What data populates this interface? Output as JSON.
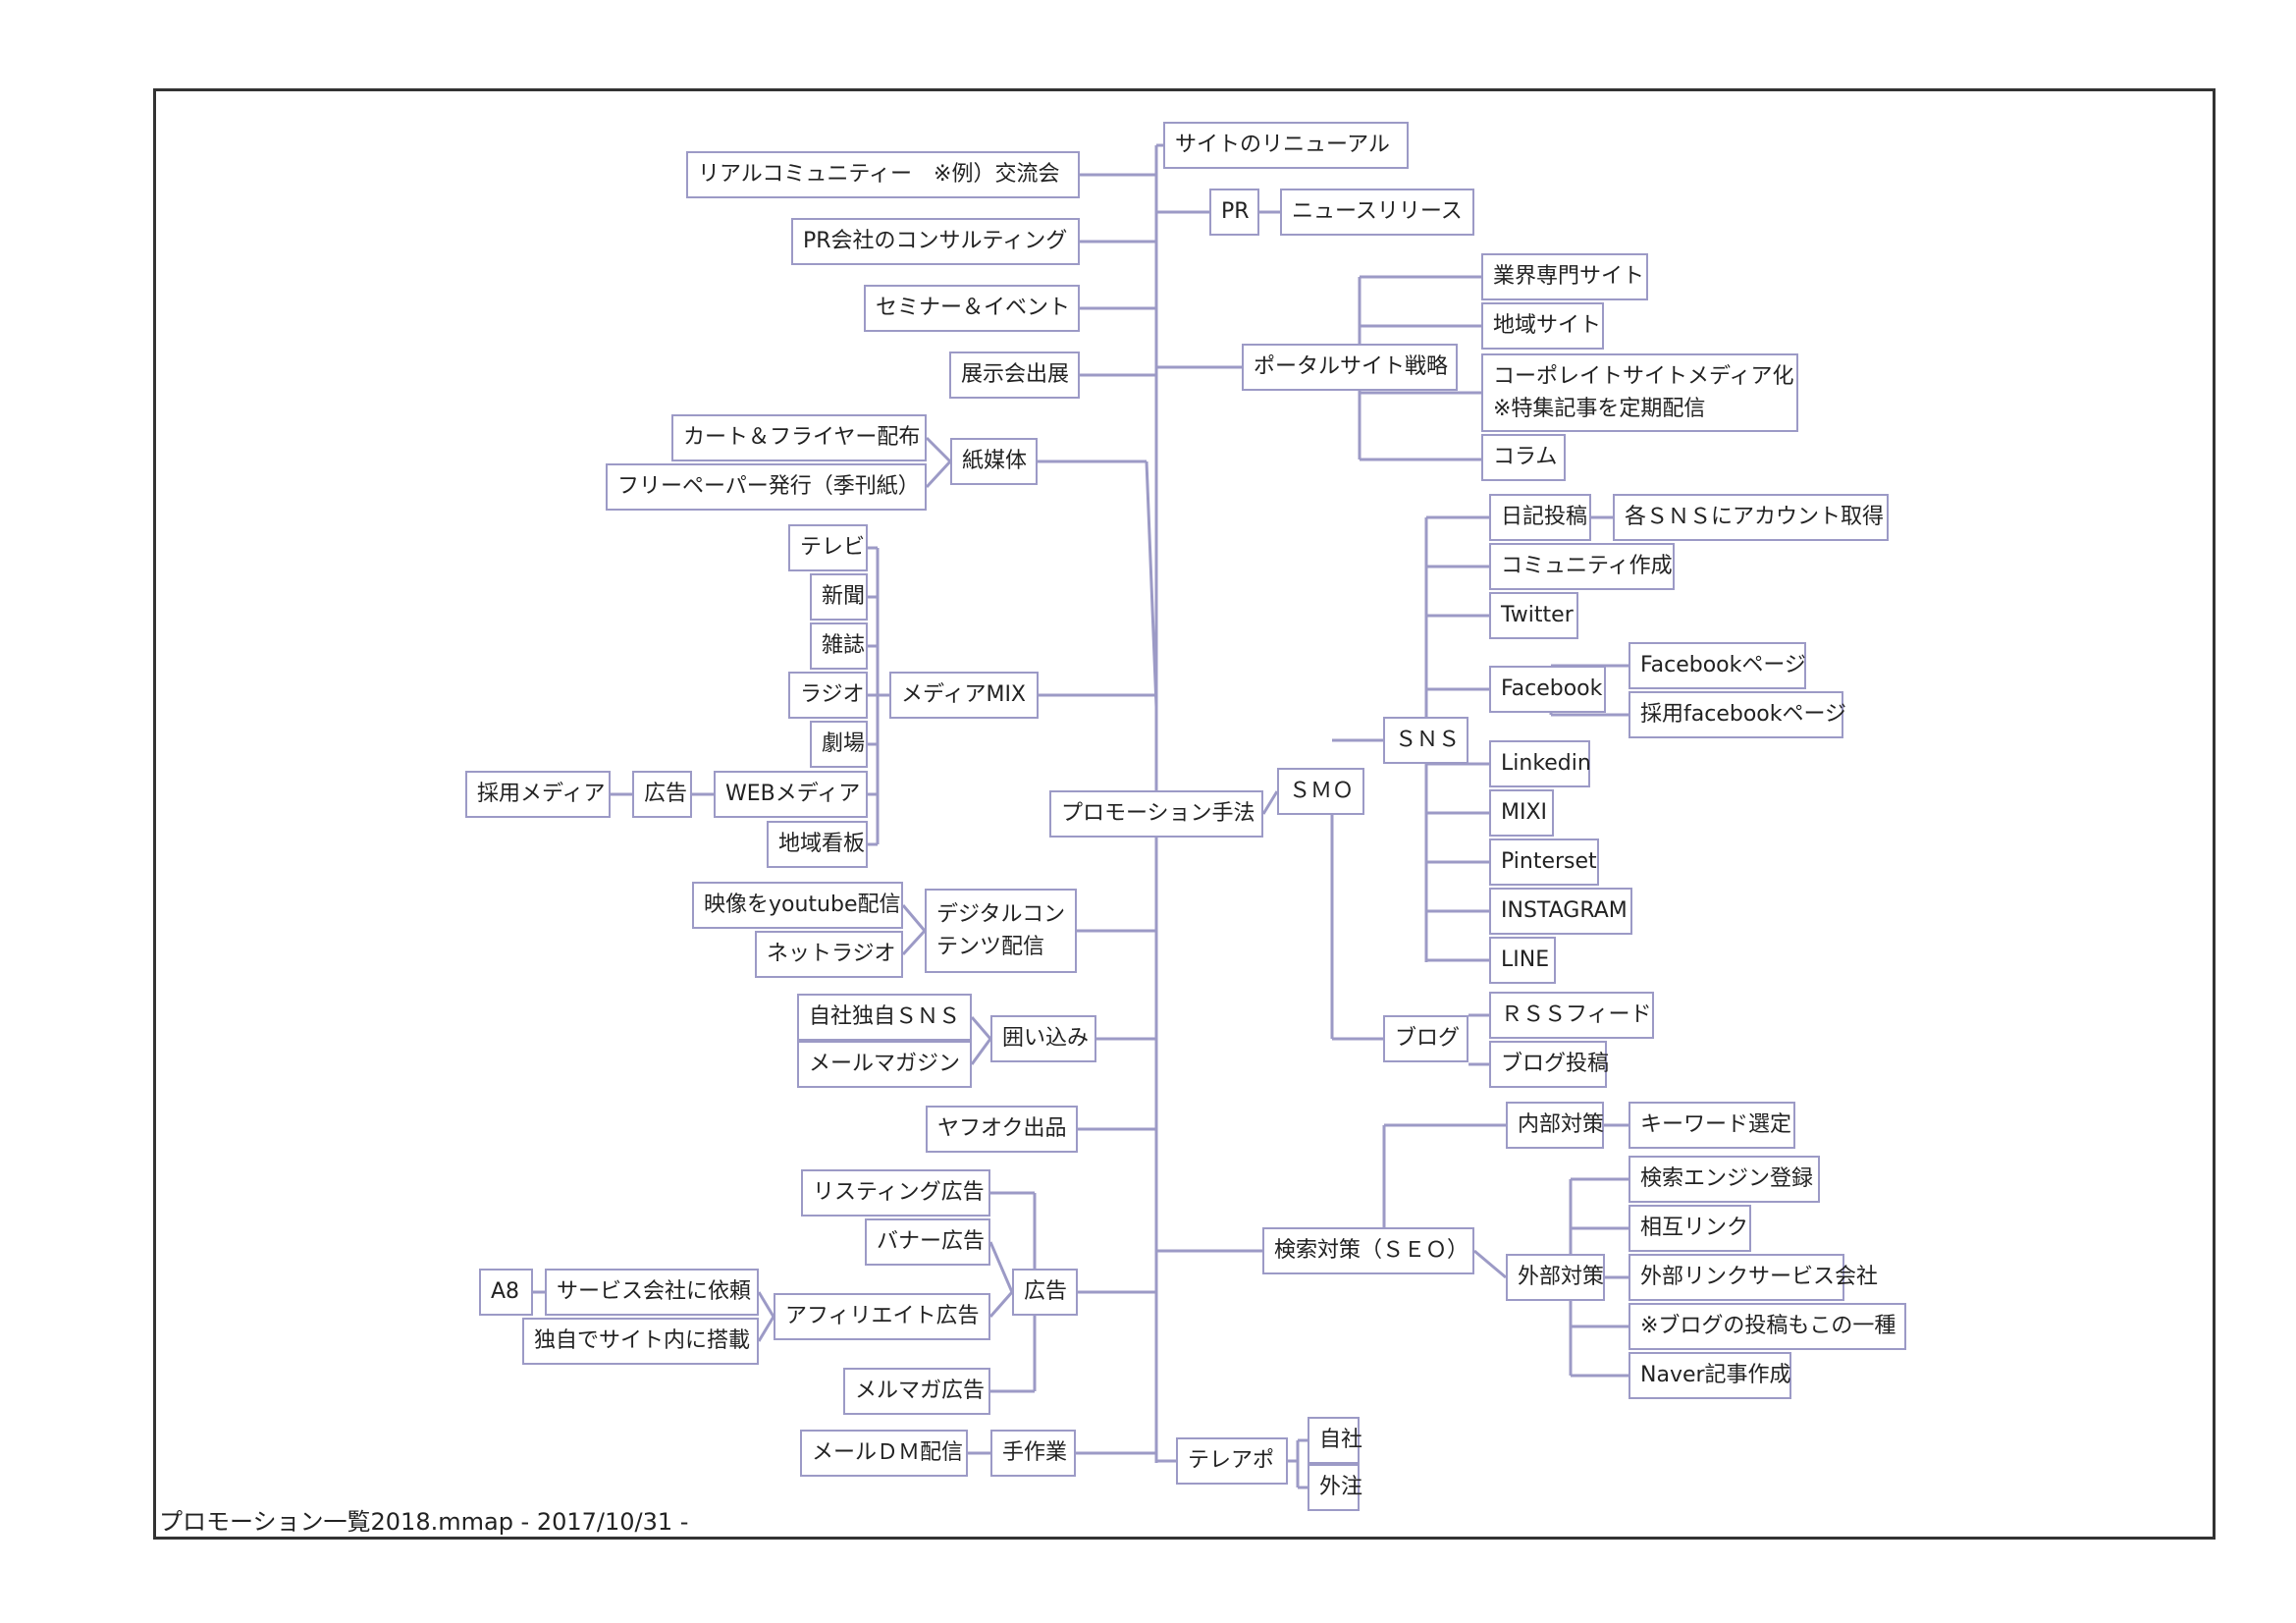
{
  "footer": "プロモーション一覧2018.mmap - 2017/10/31 -",
  "colors": {
    "line": "#9c9ac6",
    "frame": "#333333"
  },
  "root": "プロモーション手法",
  "nodes": {
    "site_renewal": "サイトのリニューアル",
    "real_community": "リアルコミュニティー　※例）交流会",
    "pr": "PR",
    "news_release": "ニュースリリース",
    "pr_consulting": "PR会社のコンサルティング",
    "seminar_event": "セミナー＆イベント",
    "portal_strategy": "ポータルサイト戦略",
    "industry_site": "業界専門サイト",
    "regional_site": "地域サイト",
    "corporate_media_1": "コーポレイトサイトメディア化",
    "corporate_media_2": "※特集記事を定期配信",
    "column": "コラム",
    "exhibition": "展示会出展",
    "card_flyer": "カート＆フライヤー配布",
    "paper_media": "紙媒体",
    "free_paper": "フリーペーパー発行（季刊紙）",
    "diary_post": "日記投稿",
    "sns_accounts": "各ＳＮＳにアカウント取得",
    "community_create": "コミュニティ作成",
    "twitter": "Twitter",
    "facebook": "Facebook",
    "facebook_page": "Facebookページ",
    "recruit_facebook": "採用facebookページ",
    "sns": "ＳＮＳ",
    "linkedin": "Linkedin",
    "mixi": "MIXI",
    "pinterset": "Pinterset",
    "instagram": "INSTAGRAM",
    "line": "LINE",
    "smo": "ＳＭＯ",
    "tv": "テレビ",
    "newspaper": "新聞",
    "magazine": "雑誌",
    "radio": "ラジオ",
    "theater": "劇場",
    "web_media": "WEBメディア",
    "regional_billboard": "地域看板",
    "media_mix": "メディアMIX",
    "recruit_media": "採用メディア",
    "ad": "広告",
    "youtube": "映像をyoutube配信",
    "net_radio": "ネットラジオ",
    "digital_content_1": "デジタルコン",
    "digital_content_2": "テンツ配信",
    "own_sns": "自社独自ＳＮＳ",
    "mail_magazine": "メールマガジン",
    "enclosure": "囲い込み",
    "yahoo_auction": "ヤフオク出品",
    "blog": "ブログ",
    "rss_feed": "ＲＳＳフィード",
    "blog_post": "ブログ投稿",
    "listing_ad": "リスティング広告",
    "banner_ad": "バナー広告",
    "a8": "A8",
    "service_request": "サービス会社に依頼",
    "affiliate_ad": "アフィリエイト広告",
    "own_site": "独自でサイト内に搭載",
    "mailmaga_ad": "メルマガ広告",
    "advertising": "広告",
    "internal_measures": "内部対策",
    "keyword_select": "キーワード選定",
    "search_engine_reg": "検索エンジン登録",
    "mutual_link": "相互リンク",
    "seo": "検索対策（ＳＥＯ）",
    "external_measures": "外部対策",
    "external_link_service": "外部リンクサービス会社",
    "blog_post_kind": "※ブログの投稿もこの一種",
    "naver": "Naver記事作成",
    "mail_dm": "メールＤＭ配信",
    "manual_work": "手作業",
    "in_house": "自社",
    "telemarketing": "テレアポ",
    "outsourced": "外注"
  }
}
